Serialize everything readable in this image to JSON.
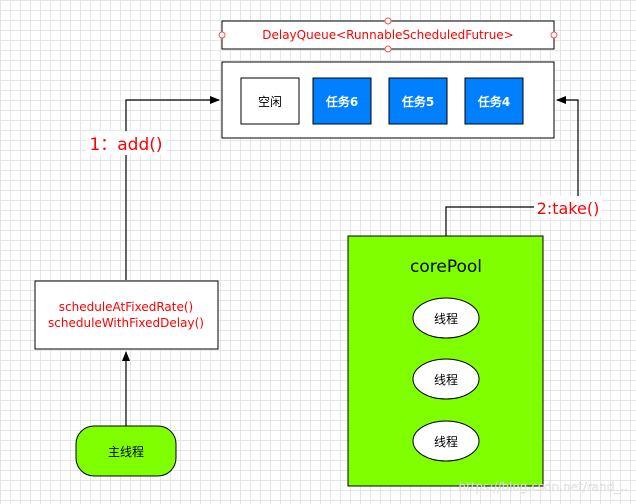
{
  "queue": {
    "label": "DelayQueue<RunnableScheduledFutrue>",
    "slots": [
      {
        "label": "空闲",
        "kind": "empty"
      },
      {
        "label": "任务6",
        "kind": "task"
      },
      {
        "label": "任务5",
        "kind": "task"
      },
      {
        "label": "任务4",
        "kind": "task"
      }
    ]
  },
  "edges": {
    "add_label": "1：add()",
    "take_label": "2:take()"
  },
  "schedule_box": {
    "line1": "scheduleAtFixedRate()",
    "line2": "scheduleWithFixedDelay()"
  },
  "main_thread": {
    "label": "主线程"
  },
  "core_pool": {
    "title": "corePool",
    "threads": [
      "线程",
      "线程",
      "线程"
    ]
  },
  "watermark": "https://blog.csdn.net/rand_..",
  "colors": {
    "label_red": "#ff0000",
    "task_blue": "#007fff",
    "pool_green": "#80ff00",
    "stroke": "#000000"
  }
}
